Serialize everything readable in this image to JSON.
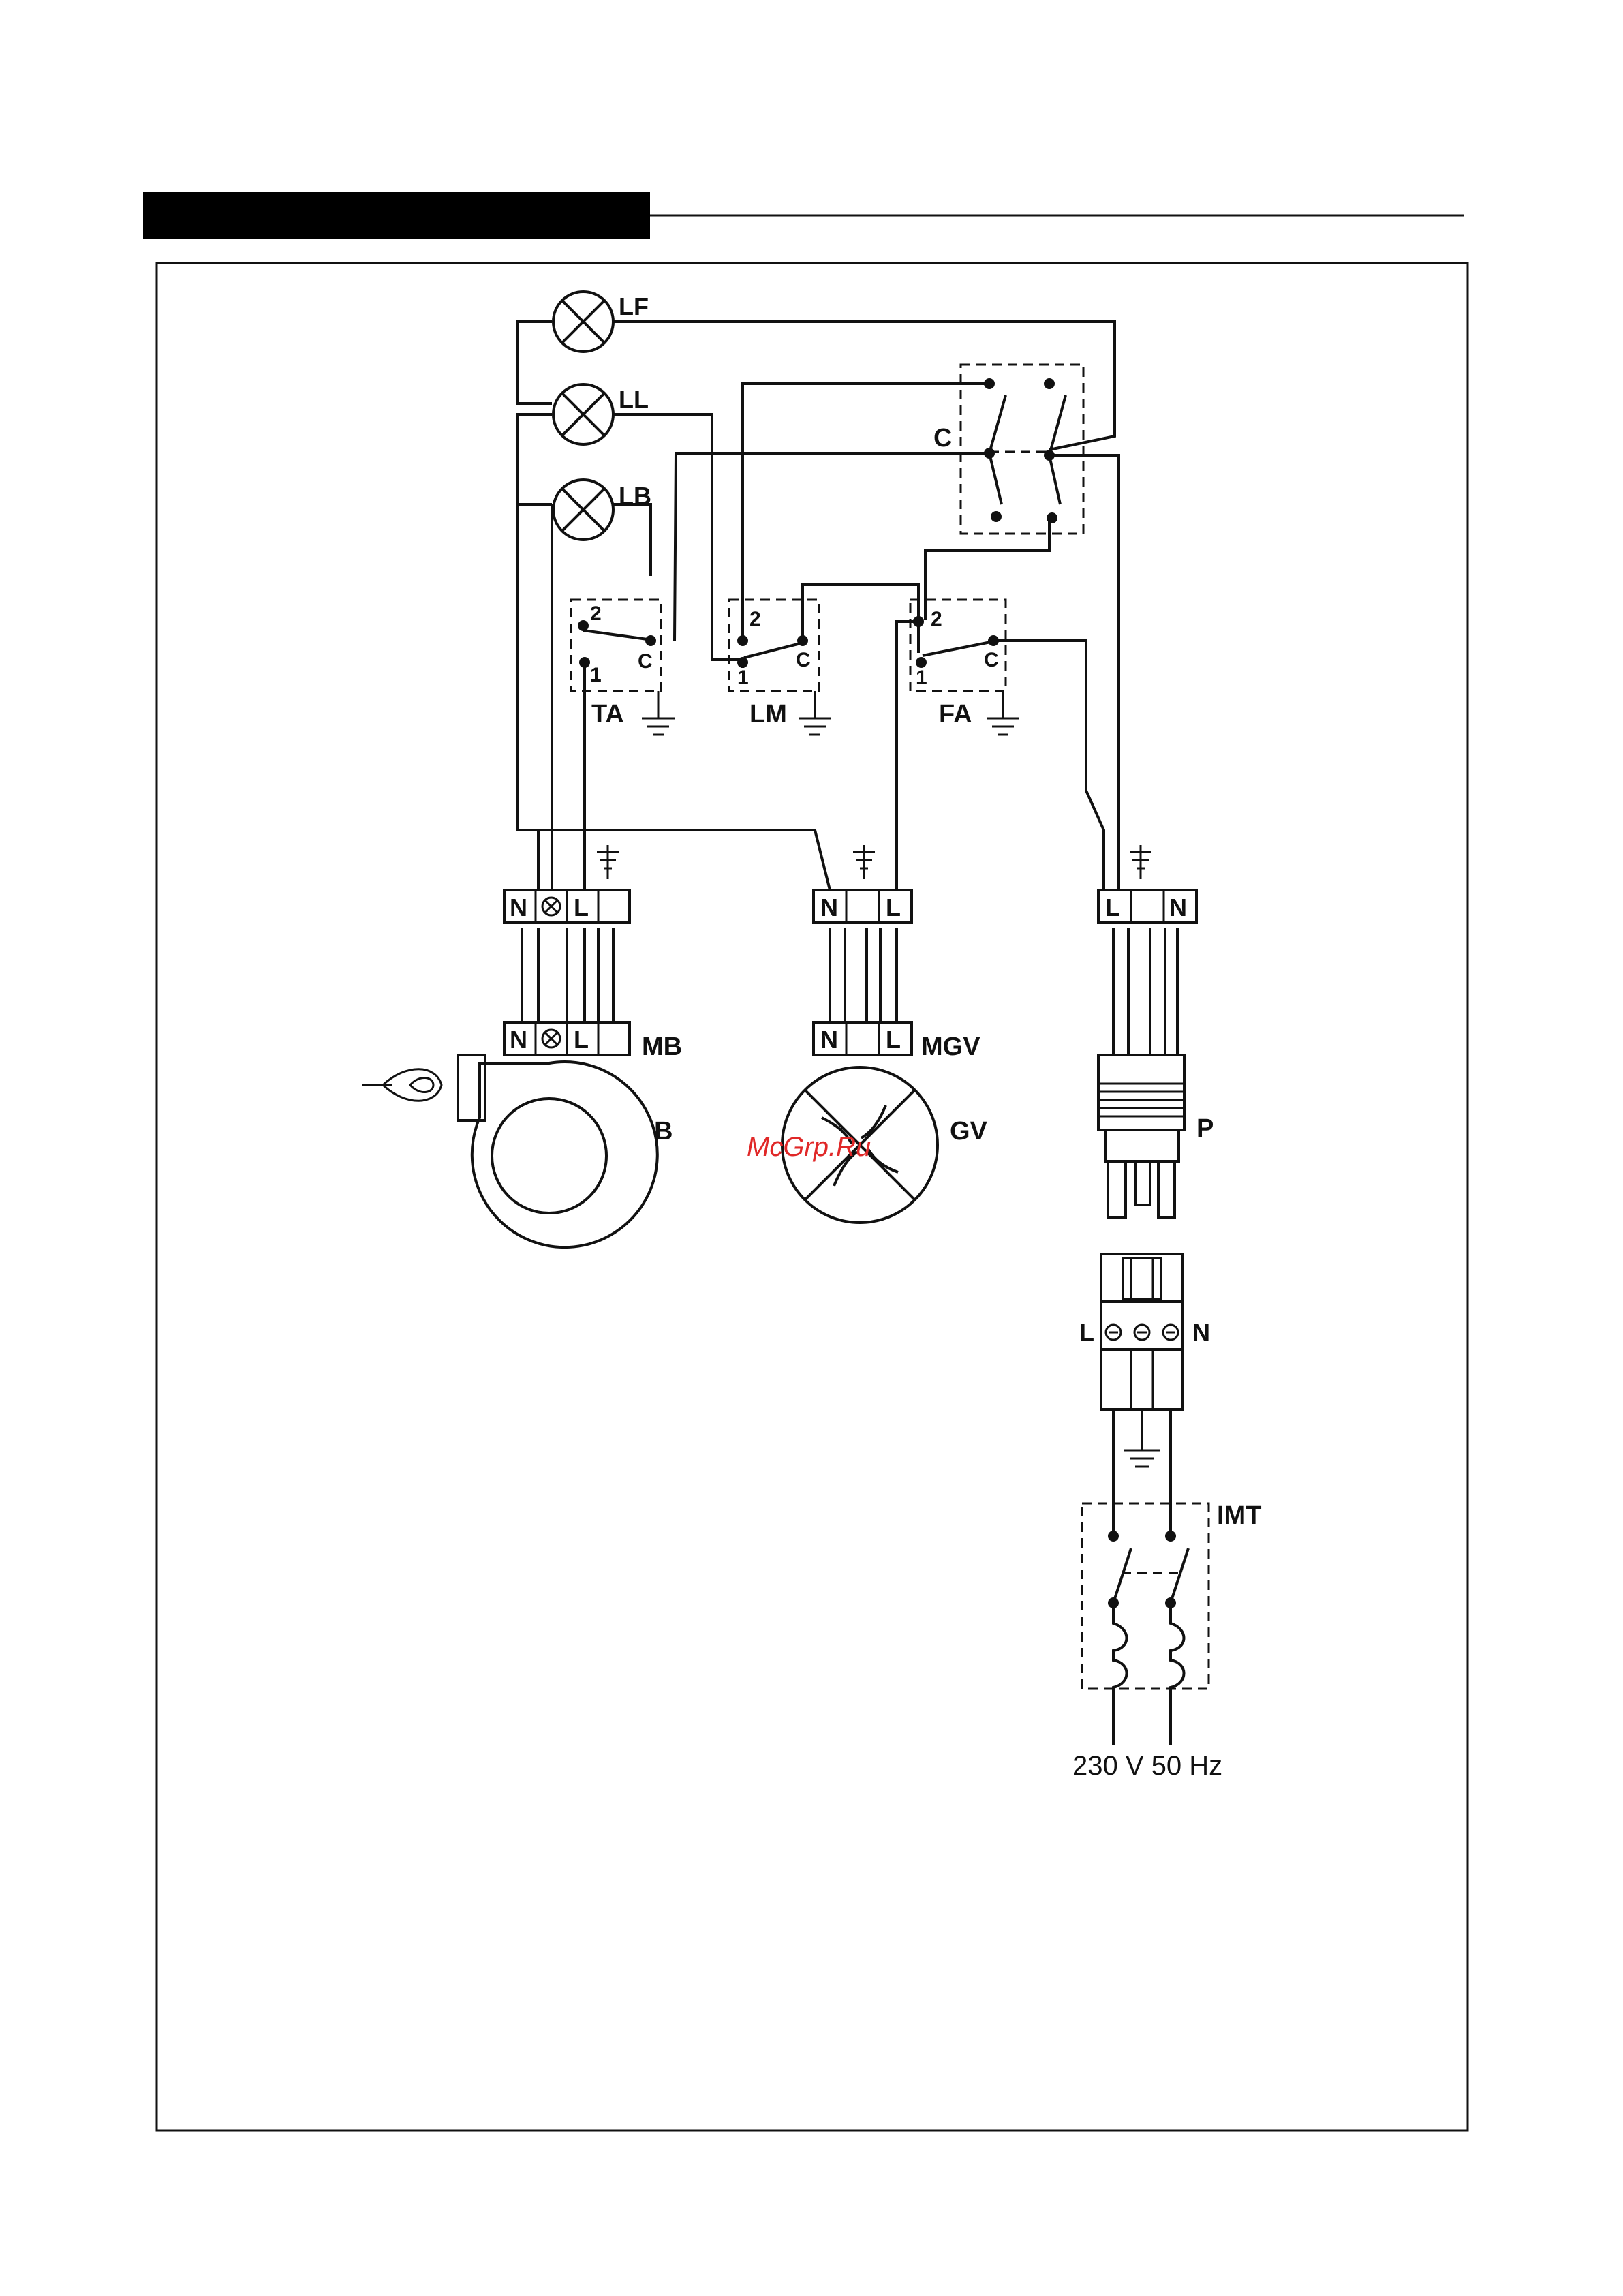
{
  "header": {
    "bar_color": "#000000"
  },
  "watermark": {
    "text": "McGrp.Ru",
    "color": "#e02828"
  },
  "lamps": {
    "lf": "LF",
    "ll": "LL",
    "lb": "LB"
  },
  "commutator": {
    "label": "C"
  },
  "switches": {
    "ta": {
      "name": "TA",
      "pos2": "2",
      "pos1": "1",
      "common": "C"
    },
    "lm": {
      "name": "LM",
      "pos2": "2",
      "pos1": "1",
      "common": "C"
    },
    "fa": {
      "name": "FA",
      "pos2": "2",
      "pos1": "1",
      "common": "C"
    }
  },
  "terminals": {
    "left": {
      "n": "N",
      "l": "L"
    },
    "middle": {
      "n": "N",
      "l": "L"
    },
    "right": {
      "l": "L",
      "n": "N"
    }
  },
  "motors": {
    "mb": {
      "label": "MB",
      "n": "N",
      "l": "L"
    },
    "mgv": {
      "label": "MGV",
      "n": "N",
      "l": "L"
    }
  },
  "devices": {
    "burner": "B",
    "fan": "GV",
    "plug": "P",
    "breaker": "IMT"
  },
  "socket": {
    "l": "L",
    "n": "N"
  },
  "supply": {
    "label": "230 V 50 Hz"
  }
}
